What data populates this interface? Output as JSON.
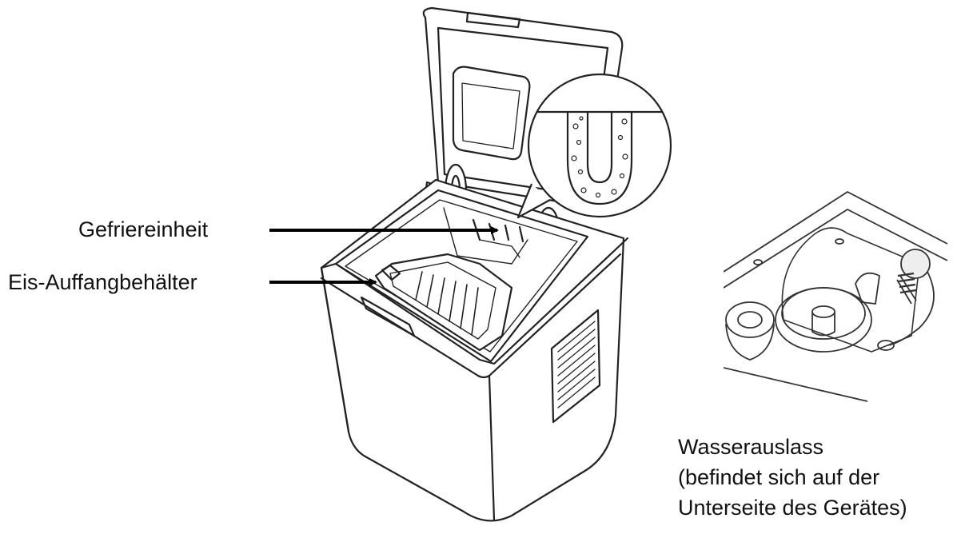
{
  "labels": {
    "freezing_unit": "Gefriereinheit",
    "ice_basket": "Eis-Auffangbehälter",
    "drain": {
      "line1": "Wasserauslass",
      "line2": "(befindet sich auf der",
      "line3": "Unterseite des Gerätes)"
    }
  },
  "colors": {
    "line": "#222222",
    "arrow": "#000000",
    "background": "#ffffff"
  },
  "icons": [
    "ice-maker-illustration",
    "freezing-finger-detail",
    "drain-plug-detail"
  ]
}
